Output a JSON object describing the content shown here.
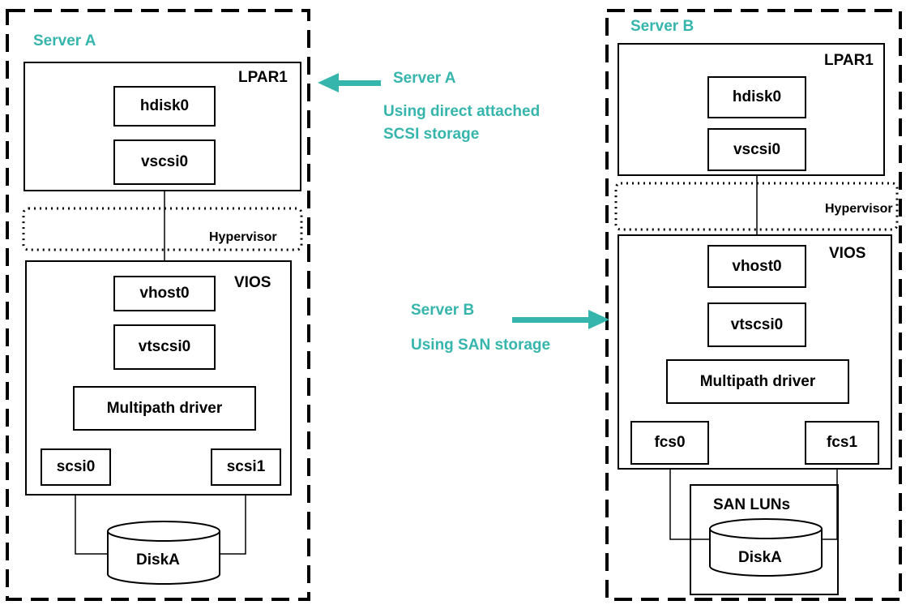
{
  "server_a": {
    "title": "Server A",
    "lpar_label": "LPAR1",
    "hdisk": "hdisk0",
    "vscsi": "vscsi0",
    "hypervisor": "Hypervisor",
    "vios_label": "VIOS",
    "vhost": "vhost0",
    "vtscsi": "vtscsi0",
    "multipath": "Multipath driver",
    "adapter_left": "scsi0",
    "adapter_right": "scsi1",
    "disk": "DiskA"
  },
  "server_b": {
    "title": "Server B",
    "lpar_label": "LPAR1",
    "hdisk": "hdisk0",
    "vscsi": "vscsi0",
    "hypervisor": "Hypervisor",
    "vios_label": "VIOS",
    "vhost": "vhost0",
    "vtscsi": "vtscsi0",
    "multipath": "Multipath driver",
    "adapter_left": "fcs0",
    "adapter_right": "fcs1",
    "san_label": "SAN LUNs",
    "disk": "DiskA"
  },
  "callout_a": {
    "title": "Server A",
    "line1": "Using direct attached",
    "line2": "SCSI storage"
  },
  "callout_b": {
    "title": "Server B",
    "line1": "Using SAN storage"
  },
  "colors": {
    "accent": "#36b5ad",
    "line": "#000000"
  }
}
